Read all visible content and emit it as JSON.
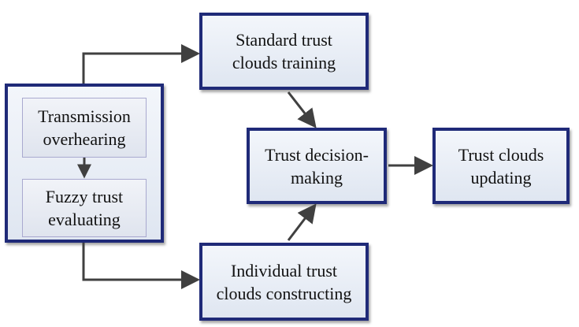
{
  "nodes": {
    "standard_training": "Standard trust\nclouds training",
    "transmission": "Transmission\noverhearing",
    "fuzzy": "Fuzzy trust\nevaluating",
    "decision": "Trust decision-\nmaking",
    "updating": "Trust clouds\nupdating",
    "individual": "Individual trust\nclouds constructing"
  },
  "colors": {
    "box_border": "#1f2a78",
    "inner_border": "#a9a9cf",
    "arrow": "#404040"
  }
}
